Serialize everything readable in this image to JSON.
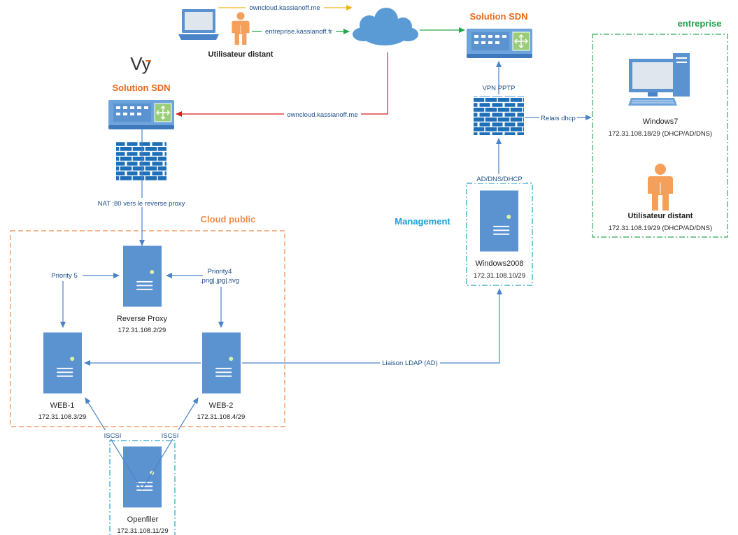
{
  "colors": {
    "server": "#5b92d0",
    "firewall": "#1f6fb8",
    "cloud": "#5b9bd5",
    "router_bg": "#6ea4dc",
    "router_switch": "#9acd7a",
    "person": "#f5a05a",
    "orange_title": "#e8691c",
    "mgmt_title": "#1aa0d8",
    "green_title": "#21a04b",
    "arrow": "#4a83c8",
    "arrow_yellow": "#f2b51b",
    "arrow_green": "#22a84a",
    "arrow_red": "#d91e1e",
    "cloud_border": "#f08c4a",
    "mgmt_border": "#2aa3c9",
    "ent_border": "#31a65a"
  },
  "top": {
    "user_label": "Utilisateur distant",
    "link_owncloud": "owncloud.kassianoff.me",
    "link_entreprise": "entreprise.kassianoff.fr"
  },
  "left_sdn": {
    "logo": "Vy",
    "title": "Solution SDN",
    "nat": "NAT :80 vers le reverse proxy",
    "incoming": "owncloud.kassianoff.me"
  },
  "right_sdn": {
    "title": "Solution SDN",
    "vpn": "VPN PPTP",
    "relay": "Relais dhcp"
  },
  "cloud_public": {
    "title": "Cloud public",
    "priority5": "Priority 5",
    "priority4_line1": "Priority4",
    "priority4_line2": ".png|.jpg|.svg",
    "reverse_proxy_name": "Reverse Proxy",
    "reverse_proxy_ip": "172.31.108.2/29",
    "web1_name": "WEB-1",
    "web1_ip": "172.31.108.3/29",
    "web2_name": "WEB-2",
    "web2_ip": "172.31.108.4/29",
    "ldap": "Liaison LDAP (AD)"
  },
  "storage": {
    "iscsi_left": "ISCSI",
    "iscsi_right": "ISCSI",
    "name": "Openfiler",
    "ip": "172.31.108.11/29"
  },
  "management": {
    "title": "Management",
    "role": "AD/DNS/DHCP",
    "name": "Windows2008",
    "ip": "172.31.108.10/29"
  },
  "entreprise": {
    "title": "entreprise",
    "pc_name": "Windows7",
    "pc_ip": "172.31.108.18/29 (DHCP/AD/DNS)",
    "user_name": "Utilisateur distant",
    "user_ip": "172.31.108.19/29 (DHCP/AD/DNS)"
  }
}
